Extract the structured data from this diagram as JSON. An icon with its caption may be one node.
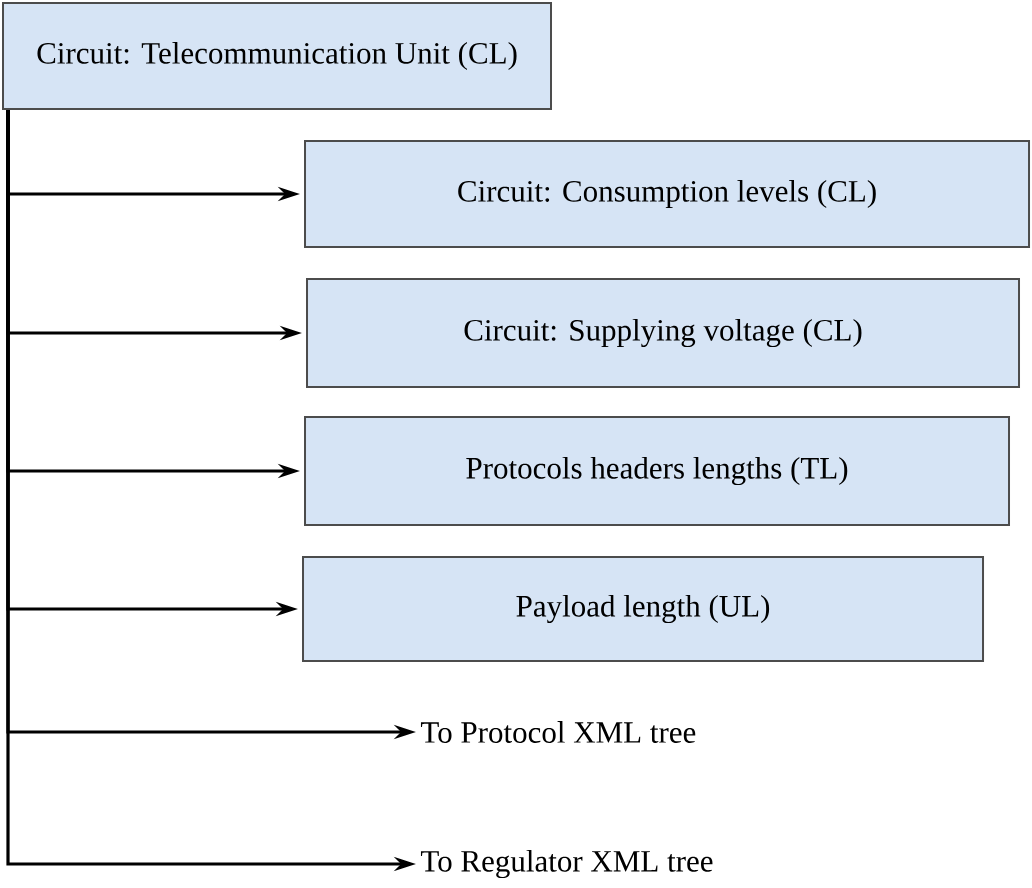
{
  "diagram": {
    "nodes": [
      {
        "text": [
          "Circuit: Telecommunication Unit (CL)"
        ]
      },
      {
        "text": [
          "Circuit: Consumption levels (CL)"
        ]
      },
      {
        "text": [
          "Circuit: Supplying voltage  (CL)"
        ]
      },
      {
        "text": [
          "Protocols headers lengths (TL)"
        ]
      },
      {
        "text": [
          "Payload length (UL)"
        ]
      },
      {
        "text": [
          "To Protocol XML tree"
        ]
      },
      {
        "text": [
          "To Regulator XML tree"
        ]
      }
    ],
    "edges": [
      {
        "from": 0,
        "to": 1,
        "arrow": "to"
      },
      {
        "from": 0,
        "to": 2,
        "arrow": "to"
      },
      {
        "from": 0,
        "to": 3,
        "arrow": "to"
      },
      {
        "from": 0,
        "to": 4,
        "arrow": "to"
      },
      {
        "from": 0,
        "to": 5,
        "arrow": "to"
      },
      {
        "from": 0,
        "to": 6,
        "arrow": "to"
      }
    ]
  }
}
